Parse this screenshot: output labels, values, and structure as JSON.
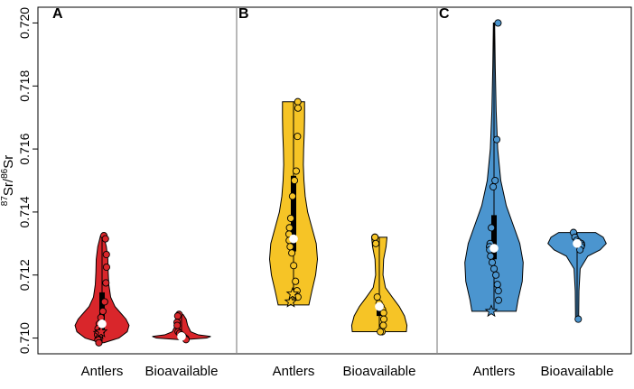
{
  "chart_data": {
    "type": "violin",
    "ylabel": {
      "sup1": "87",
      "mid": "Sr/",
      "sup2": "86",
      "end": "Sr"
    },
    "ylim": [
      0.7095,
      0.7205
    ],
    "yticks": [
      "0.710",
      "0.712",
      "0.714",
      "0.716",
      "0.718",
      "0.720"
    ],
    "tick_values": [
      0.71,
      0.712,
      0.714,
      0.716,
      0.718,
      0.72
    ],
    "panels": [
      {
        "label": "A",
        "color": "#d9262b",
        "groups": [
          {
            "category": "Antlers",
            "min": 0.70985,
            "max": 0.71325,
            "q1": 0.71015,
            "median": 0.71045,
            "q3": 0.71145,
            "points": [
              0.71325,
              0.71315,
              0.71265,
              0.71225,
              0.71175,
              0.71115,
              0.71085,
              0.71065,
              0.71045,
              0.7103,
              0.7101,
              0.70995,
              0.70985
            ],
            "stars": [
              0.71015,
              0.7102
            ],
            "density": [
              [
                0.70985,
                0.06
              ],
              [
                0.71,
                0.55
              ],
              [
                0.7102,
                0.82
              ],
              [
                0.7104,
                0.88
              ],
              [
                0.7106,
                0.78
              ],
              [
                0.7108,
                0.6
              ],
              [
                0.711,
                0.42
              ],
              [
                0.7113,
                0.28
              ],
              [
                0.7117,
                0.22
              ],
              [
                0.7121,
                0.2
              ],
              [
                0.7125,
                0.19
              ],
              [
                0.7129,
                0.14
              ],
              [
                0.71325,
                0.05
              ]
            ]
          },
          {
            "category": "Bioavailable",
            "min": 0.70995,
            "max": 0.71075,
            "q1": 0.71,
            "median": 0.71005,
            "q3": 0.7101,
            "points": [
              0.71075,
              0.7107,
              0.7105,
              0.7104,
              0.7102,
              0.71015,
              0.7101,
              0.71005,
              0.71,
              0.70998,
              0.70995
            ],
            "stars": [],
            "density": [
              [
                0.70995,
                0.1
              ],
              [
                0.71,
                0.82
              ],
              [
                0.71005,
                0.95
              ],
              [
                0.7101,
                0.55
              ],
              [
                0.7102,
                0.3
              ],
              [
                0.7104,
                0.2
              ],
              [
                0.7106,
                0.15
              ],
              [
                0.71075,
                0.05
              ]
            ]
          }
        ]
      },
      {
        "label": "B",
        "color": "#f6c426",
        "groups": [
          {
            "category": "Antlers",
            "min": 0.71105,
            "max": 0.7175,
            "q1": 0.71275,
            "median": 0.71315,
            "q3": 0.71515,
            "points": [
              0.7175,
              0.7173,
              0.7164,
              0.7153,
              0.715,
              0.7145,
              0.7138,
              0.7135,
              0.7133,
              0.7131,
              0.7129,
              0.7127,
              0.7123,
              0.7118,
              0.7115,
              0.7113
            ],
            "stars": [
              0.71115,
              0.7114
            ],
            "density": [
              [
                0.71105,
                0.5
              ],
              [
                0.7115,
                0.6
              ],
              [
                0.712,
                0.72
              ],
              [
                0.7125,
                0.78
              ],
              [
                0.713,
                0.74
              ],
              [
                0.7135,
                0.6
              ],
              [
                0.714,
                0.46
              ],
              [
                0.7145,
                0.38
              ],
              [
                0.715,
                0.34
              ],
              [
                0.7155,
                0.32
              ],
              [
                0.716,
                0.33
              ],
              [
                0.7165,
                0.35
              ],
              [
                0.717,
                0.36
              ],
              [
                0.7175,
                0.36
              ]
            ]
          },
          {
            "category": "Bioavailable",
            "min": 0.7102,
            "max": 0.7132,
            "q1": 0.7107,
            "median": 0.711,
            "q3": 0.71115,
            "points": [
              0.7132,
              0.7132,
              0.713,
              0.7113,
              0.7111,
              0.711,
              0.7109,
              0.7108,
              0.7106,
              0.7104,
              0.7102,
              0.7102
            ],
            "stars": [],
            "density": [
              [
                0.7102,
                0.88
              ],
              [
                0.7104,
                0.9
              ],
              [
                0.7107,
                0.82
              ],
              [
                0.711,
                0.65
              ],
              [
                0.7113,
                0.42
              ],
              [
                0.7116,
                0.2
              ],
              [
                0.712,
                0.12
              ],
              [
                0.7125,
                0.14
              ],
              [
                0.7129,
                0.22
              ],
              [
                0.7132,
                0.25
              ]
            ]
          }
        ]
      },
      {
        "label": "C",
        "color": "#4b95cf",
        "groups": [
          {
            "category": "Antlers",
            "min": 0.71085,
            "max": 0.72,
            "q1": 0.7125,
            "median": 0.71285,
            "q3": 0.7139,
            "points": [
              0.72,
              0.7163,
              0.715,
              0.7148,
              0.7135,
              0.713,
              0.7129,
              0.7128,
              0.7126,
              0.7124,
              0.7122,
              0.712,
              0.7117,
              0.7115,
              0.7112
            ],
            "stars": [
              0.71085
            ],
            "density": [
              [
                0.71085,
                0.72
              ],
              [
                0.7112,
                0.78
              ],
              [
                0.7118,
                0.92
              ],
              [
                0.7124,
                0.95
              ],
              [
                0.713,
                0.84
              ],
              [
                0.7136,
                0.62
              ],
              [
                0.7142,
                0.4
              ],
              [
                0.715,
                0.22
              ],
              [
                0.716,
                0.12
              ],
              [
                0.7172,
                0.07
              ],
              [
                0.7186,
                0.04
              ],
              [
                0.72,
                0.02
              ]
            ]
          },
          {
            "category": "Bioavailable",
            "min": 0.7106,
            "max": 0.71335,
            "q1": 0.71295,
            "median": 0.713,
            "q3": 0.71305,
            "points": [
              0.71335,
              0.7132,
              0.7131,
              0.71305,
              0.713,
              0.713,
              0.71295,
              0.7129,
              0.7128,
              0.7106
            ],
            "stars": [],
            "density": [
              [
                0.7106,
                0.05
              ],
              [
                0.7115,
                0.06
              ],
              [
                0.7122,
                0.1
              ],
              [
                0.7126,
                0.35
              ],
              [
                0.7128,
                0.75
              ],
              [
                0.713,
                0.95
              ],
              [
                0.7132,
                0.85
              ],
              [
                0.71335,
                0.6
              ]
            ]
          }
        ]
      }
    ]
  }
}
